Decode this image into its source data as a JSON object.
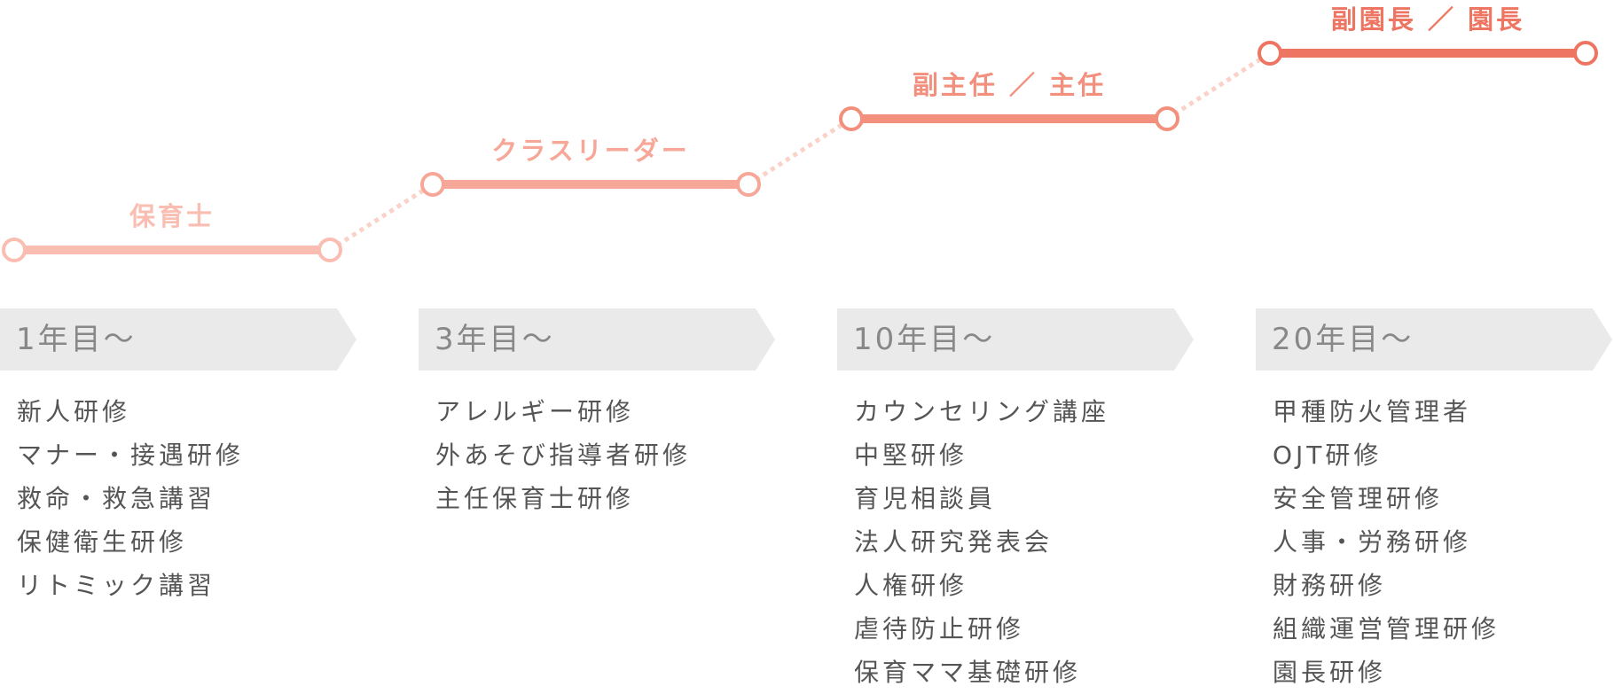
{
  "stages": [
    {
      "label": "保育士",
      "color": "#F9BDB1"
    },
    {
      "label": "クラスリーダー",
      "color": "#F6A797"
    },
    {
      "label": "副主任 ／ 主任",
      "color": "#F38F7D"
    },
    {
      "label": "副園長 ／ 園長",
      "color": "#EE7562"
    }
  ],
  "connector_color": "#FAD2CA",
  "header_color": "#EAEAEA",
  "columns": [
    {
      "year": "1年目〜",
      "trainings": [
        "新人研修",
        "マナー・接遇研修",
        "救命・救急講習",
        "保健衛生研修",
        "リトミック講習"
      ]
    },
    {
      "year": "3年目〜",
      "trainings": [
        "アレルギー研修",
        "外あそび指導者研修",
        "主任保育士研修"
      ]
    },
    {
      "year": "10年目〜",
      "trainings": [
        "カウンセリング講座",
        "中堅研修",
        "育児相談員",
        "法人研究発表会",
        "人権研修",
        "虐待防止研修",
        "保育ママ基礎研修"
      ]
    },
    {
      "year": "20年目〜",
      "trainings": [
        "甲種防火管理者",
        "OJT研修",
        "安全管理研修",
        "人事・労務研修",
        "財務研修",
        "組織運営管理研修",
        "園長研修"
      ]
    }
  ]
}
